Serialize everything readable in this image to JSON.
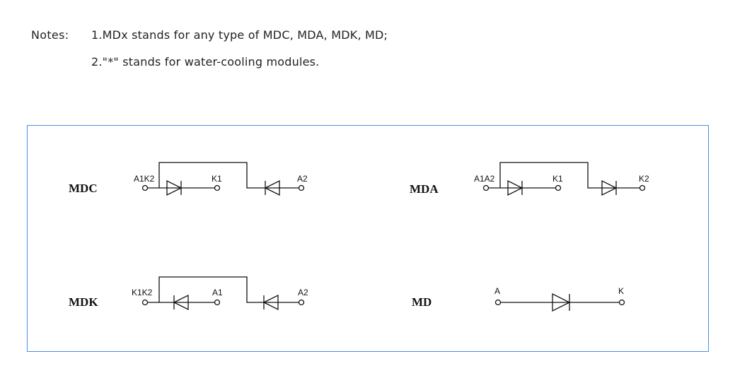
{
  "notes": {
    "label": "Notes:",
    "line1": "1.MDx stands for any type of MDC, MDA, MDK, MD;",
    "line2": "2.\"*\" stands for water-cooling modules."
  },
  "modules": {
    "mdc": {
      "name": "MDC",
      "pin1": "A1K2",
      "pin2": "K1",
      "pin3": "A2"
    },
    "mda": {
      "name": "MDA",
      "pin1": "A1A2",
      "pin2": "K1",
      "pin3": "K2"
    },
    "mdk": {
      "name": "MDK",
      "pin1": "K1K2",
      "pin2": "A1",
      "pin3": "A2"
    },
    "md": {
      "name": "MD",
      "pin1": "A",
      "pin2": "K"
    }
  },
  "colors": {
    "frame": "#4a90e2",
    "line": "#111111"
  }
}
